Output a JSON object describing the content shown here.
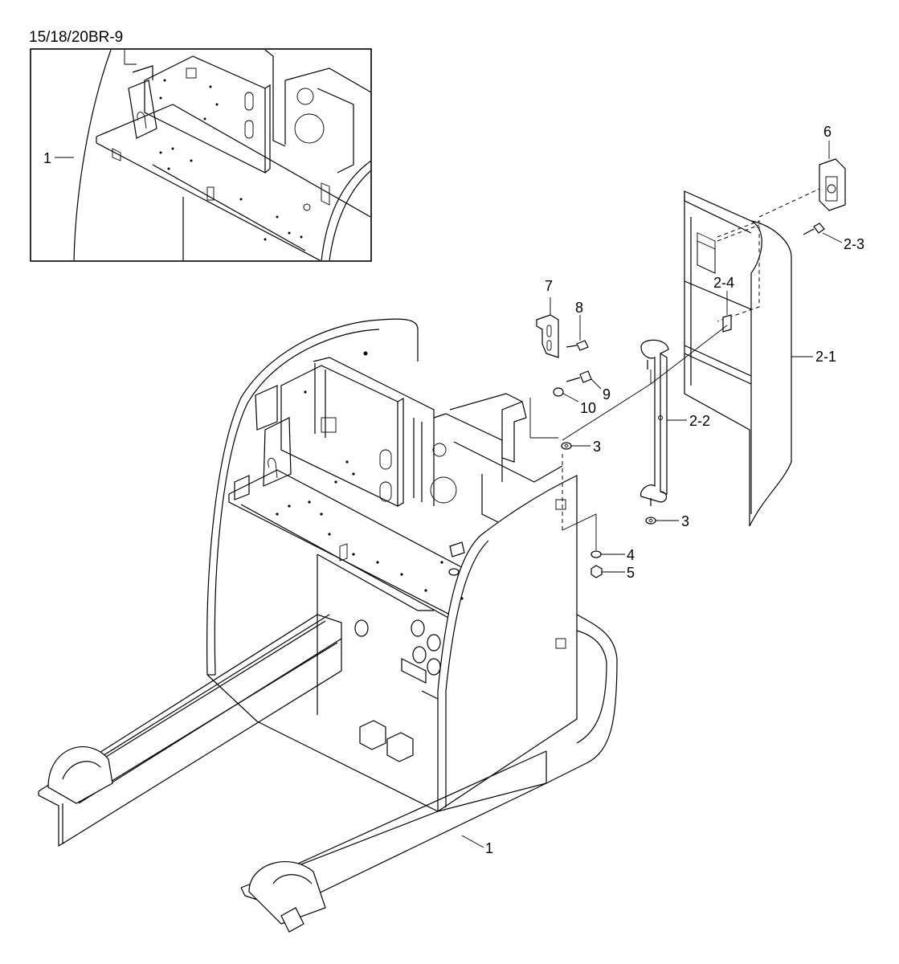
{
  "diagram": {
    "model_label": "15/18/20BR-9",
    "callouts": {
      "inset_frame": "1",
      "frame": "1",
      "cover": "2-1",
      "bracket": "2-2",
      "bolt_2_3": "2-3",
      "clip": "2-4",
      "washer_upper": "3",
      "washer_lower": "3",
      "washer": "4",
      "nut": "5",
      "latch": "6",
      "plate": "7",
      "screw": "8",
      "bolt": "9",
      "washer_10": "10"
    }
  }
}
